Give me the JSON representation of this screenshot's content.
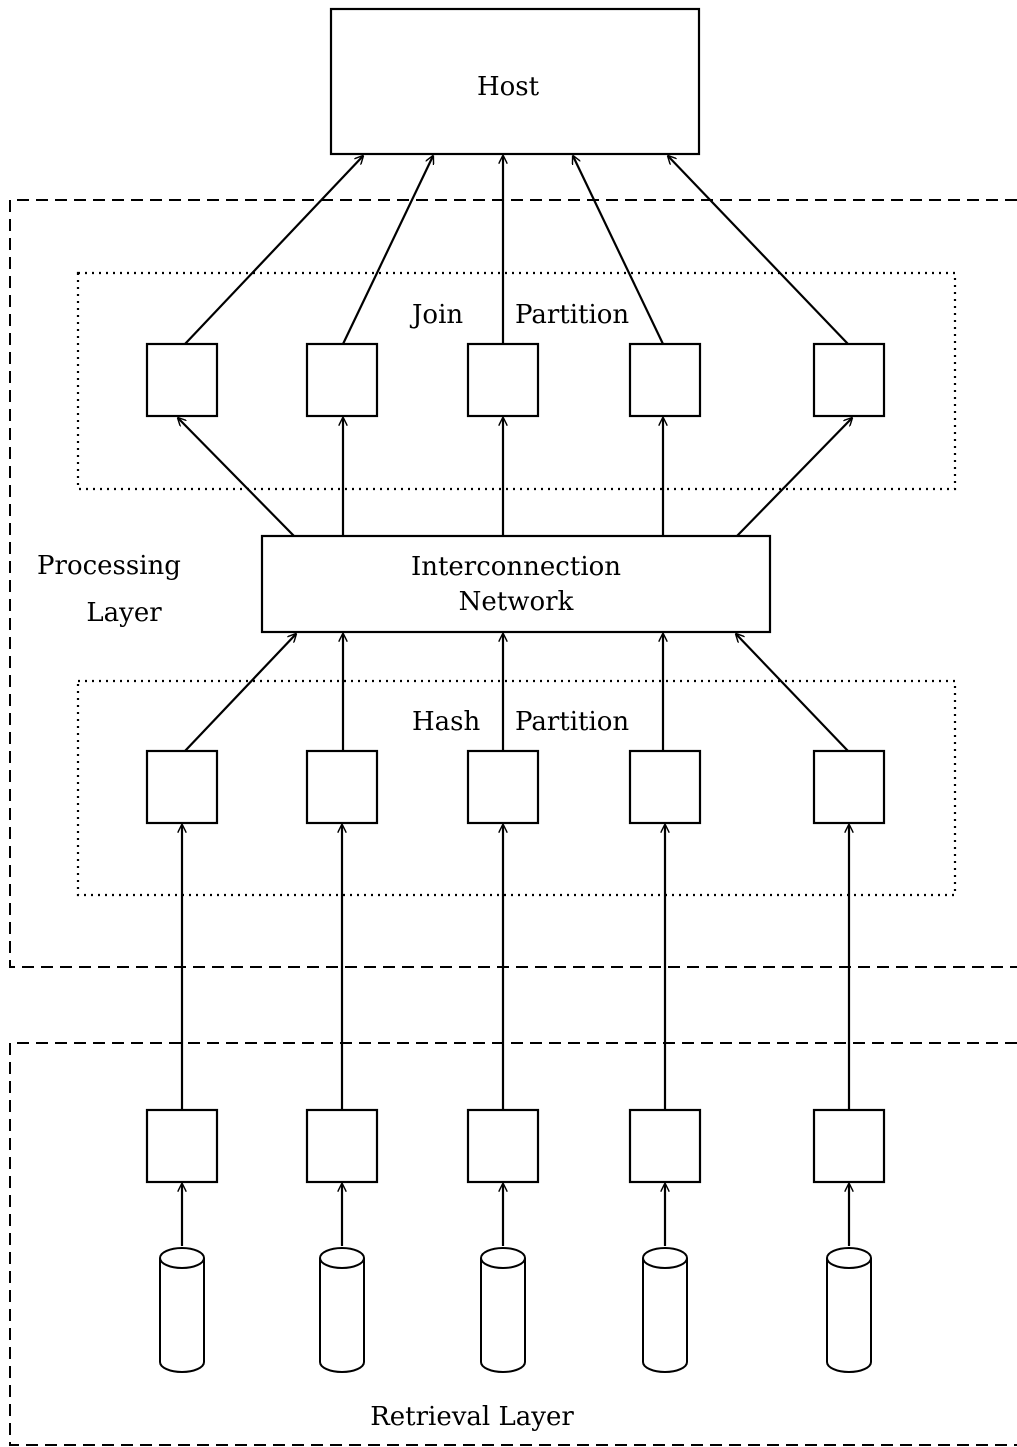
{
  "host": {
    "label": "Host"
  },
  "join_partition": {
    "label_left": "Join",
    "label_right": "Partition"
  },
  "network": {
    "line1": "Interconnection",
    "line2": "Network"
  },
  "processing_layer": {
    "line1": "Processing",
    "line2": "Layer"
  },
  "hash_partition": {
    "label_left": "Hash",
    "label_right": "Partition"
  },
  "retrieval_layer": {
    "label": "Retrieval Layer"
  }
}
